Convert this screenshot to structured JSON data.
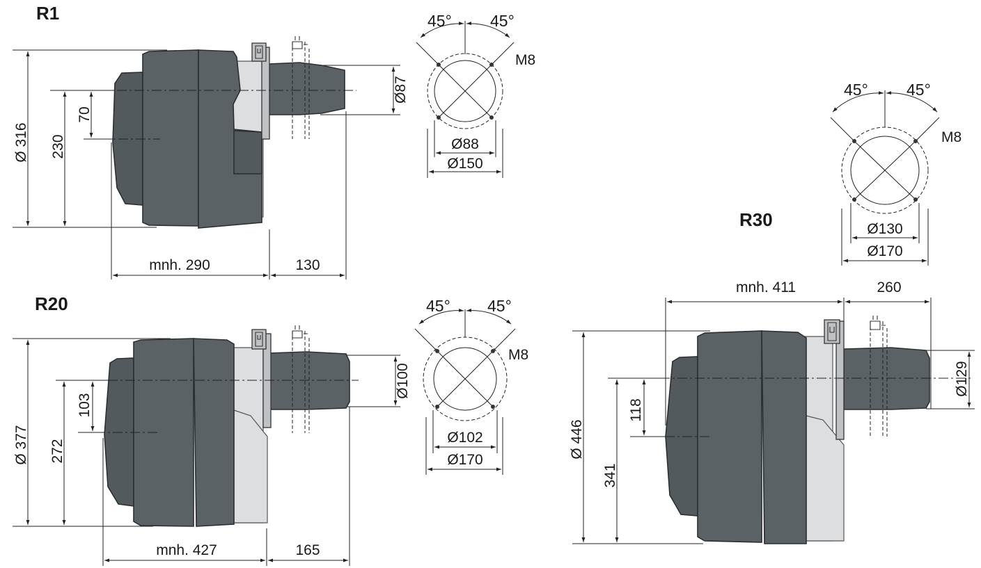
{
  "colors": {
    "body": "#5b6266",
    "light_housing": "#dcdedf",
    "line": "#222222"
  },
  "r1": {
    "title": "R1",
    "total_dia": "Ø 316",
    "height": "230",
    "offset": "70",
    "tube_dia": "Ø87",
    "length": "mnh. 290",
    "tube_len": "130",
    "flange": {
      "angle_left": "45°",
      "angle_right": "45°",
      "bolt": "M8",
      "inner": "Ø88",
      "outer": "Ø150"
    }
  },
  "r20": {
    "title": "R20",
    "total_dia": "Ø 377",
    "height": "272",
    "offset": "103",
    "tube_dia": "Ø100",
    "length": "mnh. 427",
    "tube_len": "165",
    "flange": {
      "angle_left": "45°",
      "angle_right": "45°",
      "bolt": "M8",
      "inner": "Ø102",
      "outer": "Ø170"
    }
  },
  "r30": {
    "title": "R30",
    "total_dia": "Ø 446",
    "height": "341",
    "offset": "118",
    "tube_dia": "Ø129",
    "length": "mnh. 411",
    "tube_len": "260",
    "flange": {
      "angle_left": "45°",
      "angle_right": "45°",
      "bolt": "M8",
      "inner": "Ø130",
      "outer": "Ø170"
    }
  }
}
